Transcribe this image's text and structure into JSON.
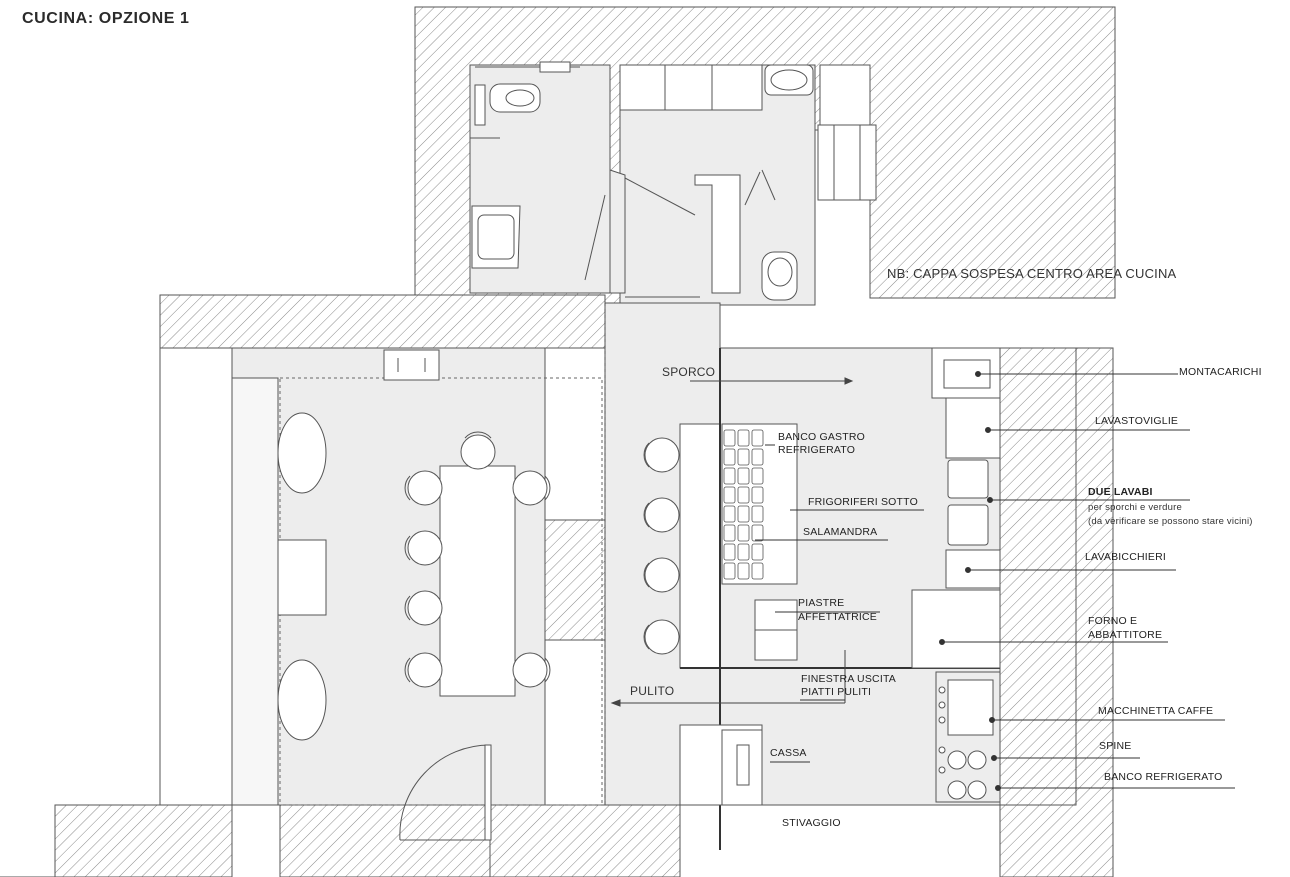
{
  "title": "CUCINA: OPZIONE 1",
  "note": "NB: CAPPA SOSPESA CENTRO AREA CUCINA",
  "flow": {
    "dirty": "SPORCO",
    "clean": "PULITO"
  },
  "interior_labels": {
    "banco_gastro_1": "BANCO GASTRO",
    "banco_gastro_2": "REFRIGERATO",
    "frigoriferi": "FRIGORIFERI SOTTO",
    "salamandra": "SALAMANDRA",
    "piastre_1": "PIASTRE",
    "piastre_2": "AFFETTATRICE",
    "finestra_1": "FINESTRA USCITA",
    "finestra_2": "PIATTI PULITI",
    "cassa": "CASSA",
    "stivaggio": "STIVAGGIO"
  },
  "callouts": {
    "montacarichi": "MONTACARICHI",
    "lavastoviglie": "LAVASTOVIGLIE",
    "due_lavabi": "DUE LAVABI",
    "due_lavabi_sub1": "per sporchi e verdure",
    "due_lavabi_sub2": "(da verificare se possono stare vicini)",
    "lavabicchieri": "LAVABICCHIERI",
    "forno_1": "FORNO E",
    "forno_2": "ABBATTITORE",
    "macchinetta": "MACCHINETTA CAFFE",
    "spine": "SPINE",
    "banco_refrigerato": "BANCO REFRIGERATO"
  },
  "colors": {
    "wall_fill": "#ffffff",
    "hatch": "#8a8a8a",
    "floor": "#ededed",
    "line": "#555555",
    "dark_line": "#333333"
  }
}
